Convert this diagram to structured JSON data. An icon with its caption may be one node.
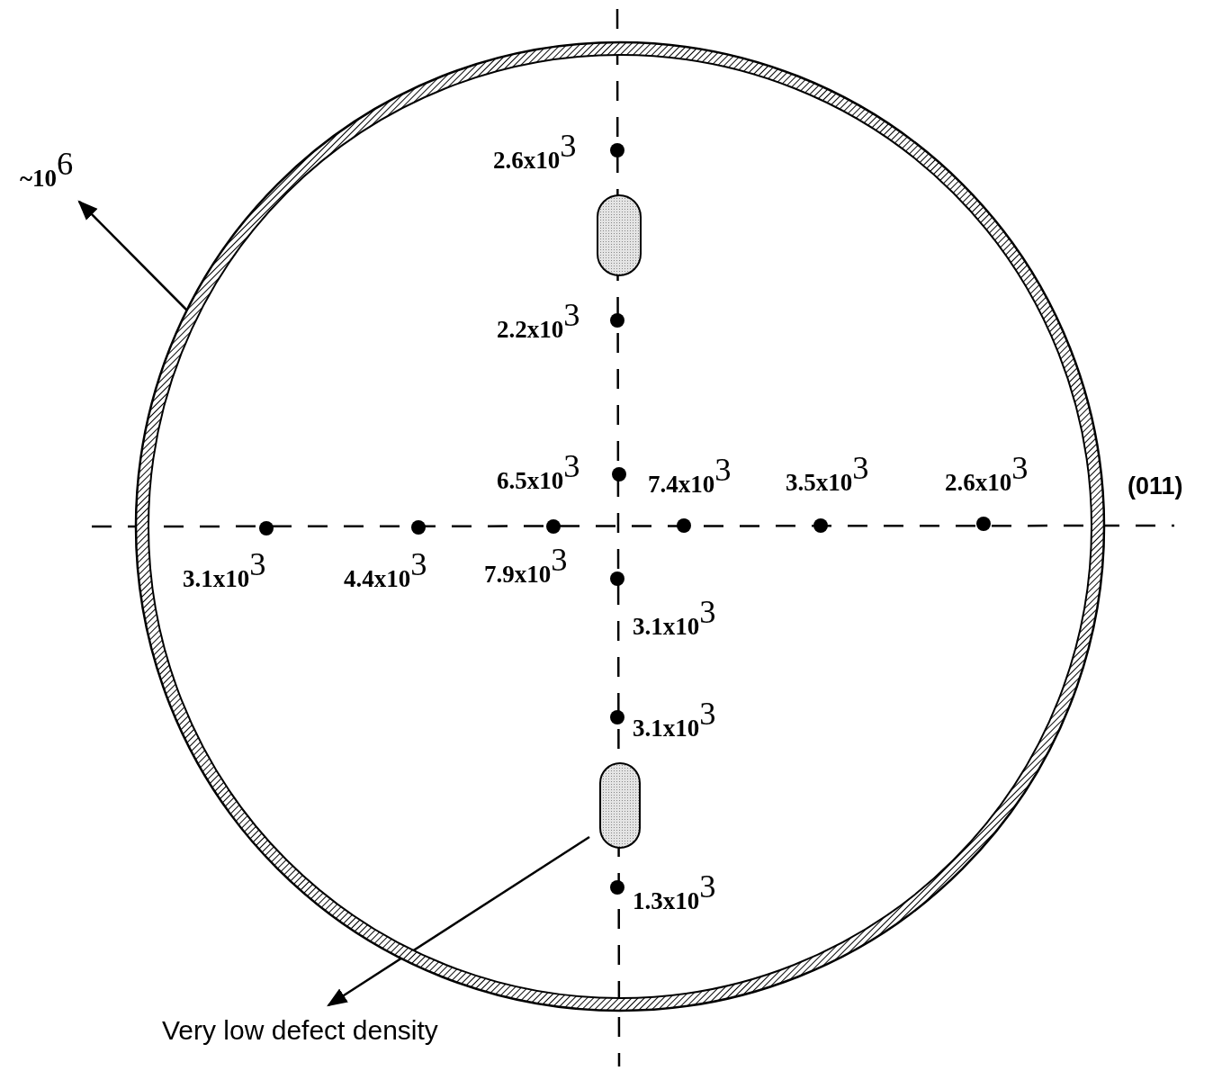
{
  "diagram": {
    "nodes": [
      {
        "text": [
          "~10$^{6}$"
        ]
      },
      {
        "text": [],
        "shape": "circle"
      },
      {
        "text": [],
        "shape": "oval",
        "in": 1
      },
      {
        "text": [],
        "shape": "oval",
        "in": 1
      },
      {
        "text": [
          "Very low defect density"
        ]
      }
    ],
    "edges": [
      {
        "from": 1,
        "to": 0,
        "arrow": "to"
      },
      {
        "from": 3,
        "to": 4,
        "arrow": "to"
      }
    ],
    "labels": [
      "2.6x10$^{3}$",
      "2.2x10$^{3}$",
      "6.5x10$^{3}$",
      "7.4x10$^{3}$",
      "3.5x10$^{3}$",
      "2.6x10$^{3}$",
      "(011)",
      "3.1x10$^{3}$",
      "4.4x10$^{3}$",
      "7.9x10$^{3}$",
      "3.1x10$^{3}$",
      "3.1x10$^{3}$",
      "1.3x10$^{3}$"
    ]
  }
}
